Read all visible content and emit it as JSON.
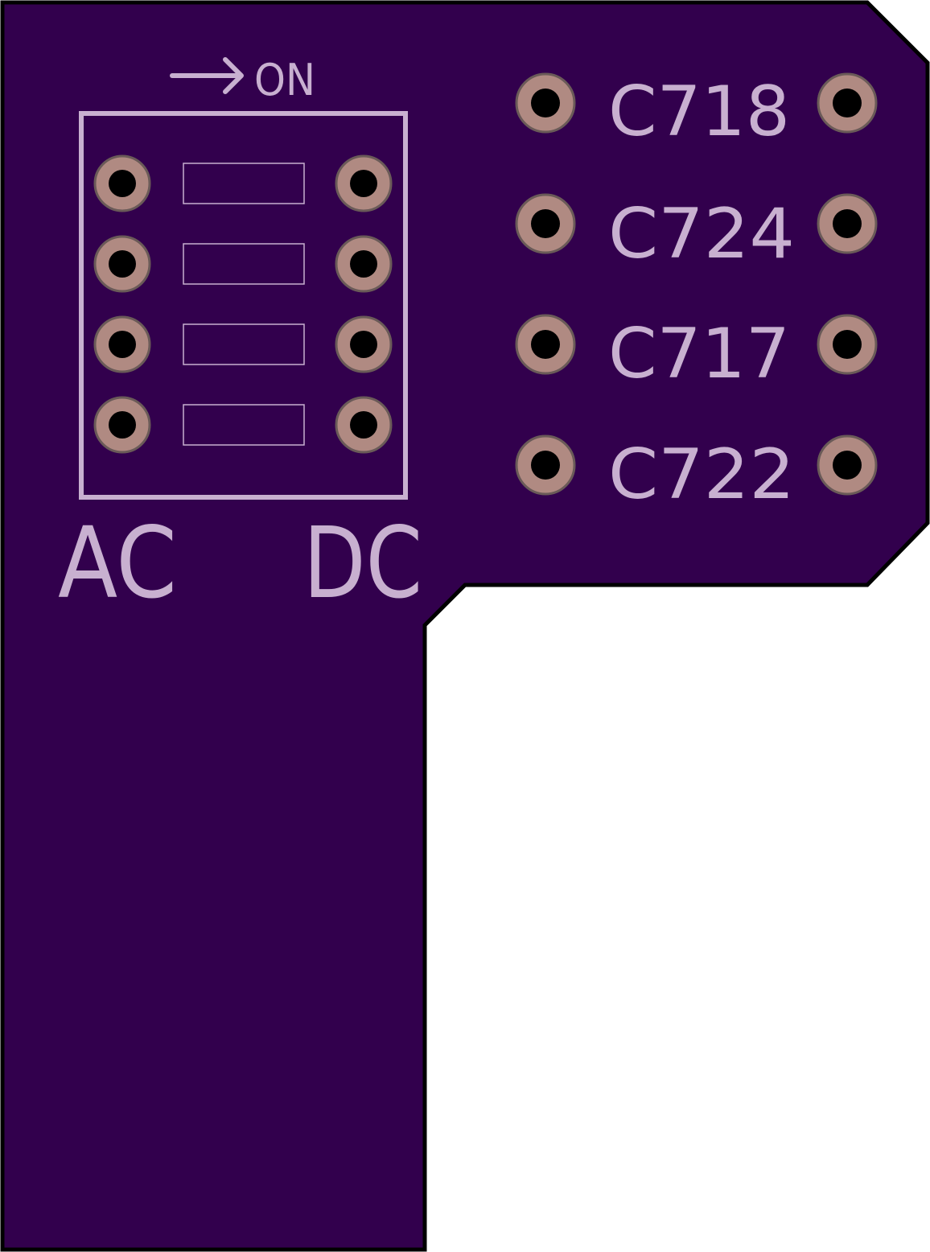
{
  "colors": {
    "board_fill": "#32004d",
    "board_outline": "#000000",
    "silkscreen": "#c8b0d0",
    "pad_copper": "#b08a82",
    "pad_ring": "#6a5a58",
    "drill_hole": "#000000",
    "background": "#ffffff"
  },
  "switch": {
    "on_label": "ON",
    "left_label": "AC",
    "right_label": "DC",
    "positions": 4
  },
  "capacitors": [
    {
      "ref": "C718"
    },
    {
      "ref": "C724"
    },
    {
      "ref": "C717"
    },
    {
      "ref": "C722"
    }
  ]
}
